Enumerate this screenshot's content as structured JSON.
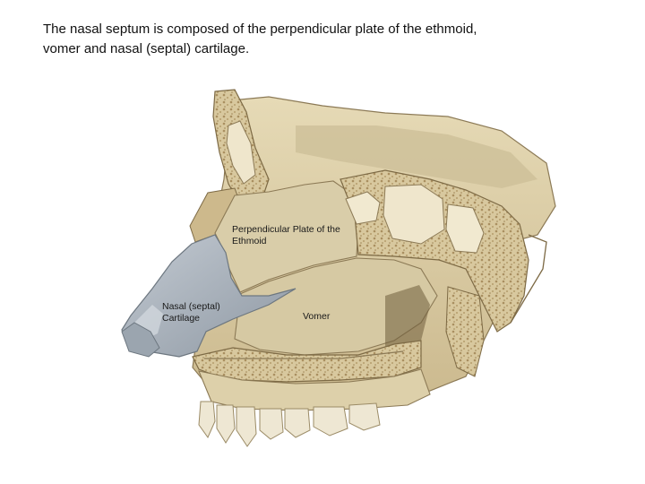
{
  "title": {
    "line1": "The nasal septum is composed of the perpendicular plate of the ethmoid,",
    "line2": "vomer and nasal (septal) cartilage."
  },
  "labels": {
    "perpendicular_plate": {
      "line1": "Perpendicular Plate of the",
      "line2": "Ethmoid"
    },
    "nasal_cartilage": {
      "line1": "Nasal (septal)",
      "line2": "Cartilage"
    },
    "vomer": "Vomer"
  },
  "colors": {
    "bone": "#ddcfa6",
    "bone_dark": "#b8a377",
    "cartilage": "#a9b1ba",
    "sinus_wall": "#efe6cc",
    "spongy": "#c9b791",
    "shadow": "#8c7a56",
    "teeth": "#eee7d3"
  }
}
